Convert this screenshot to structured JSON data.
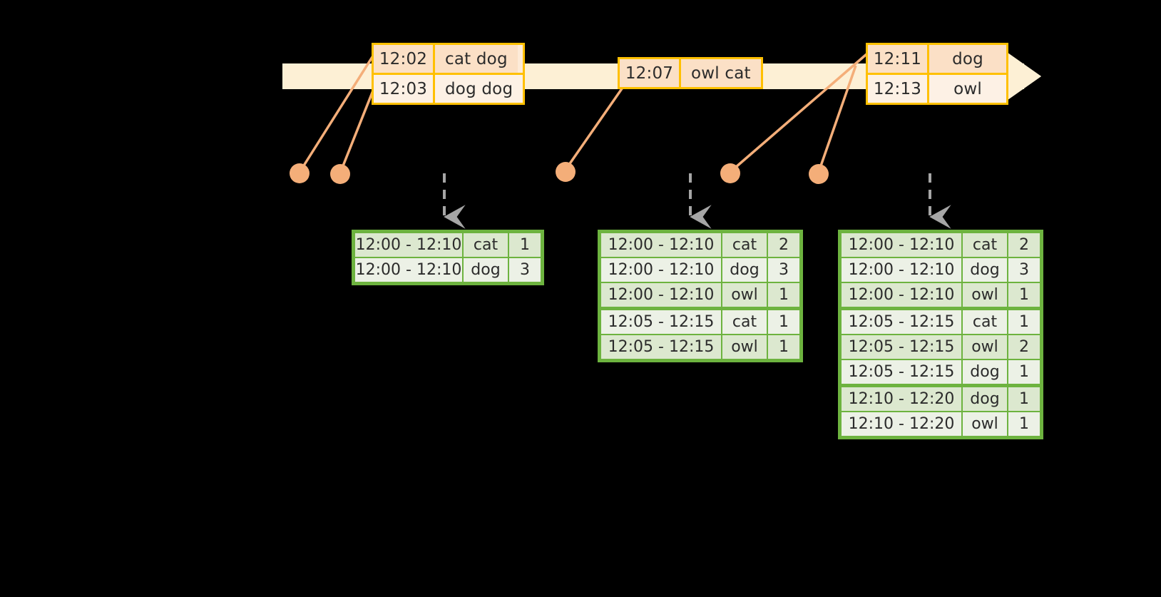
{
  "theme": {
    "background": "#000000",
    "timeline_fill": "#FDF0D5",
    "timeline_border": "#FFC000",
    "event_accent": "#FFC000",
    "event_fill_dark": "#FBE0C6",
    "event_fill_light": "#FDF1E5",
    "connector": "#F4AE79",
    "dot": "#F4AE79",
    "table_border": "#6DB33F",
    "table_fill_dark": "#DCE8CF",
    "table_fill_light": "#ECF1E6",
    "arrow_gray": "#A6A6A6",
    "text": "#2b2b2b"
  },
  "timeline": {
    "name": "event-stream-timeline",
    "direction": "left-to-right"
  },
  "events": [
    {
      "group": "event-group-1",
      "rows": [
        {
          "time": "12:02",
          "payload": "cat dog"
        },
        {
          "time": "12:03",
          "payload": "dog dog"
        }
      ]
    },
    {
      "group": "event-group-2",
      "rows": [
        {
          "time": "12:07",
          "payload": "owl cat"
        }
      ]
    },
    {
      "group": "event-group-3",
      "rows": [
        {
          "time": "12:11",
          "payload": "dog"
        },
        {
          "time": "12:13",
          "payload": "owl"
        }
      ]
    }
  ],
  "dots": [
    {
      "name": "event-dot-1202"
    },
    {
      "name": "event-dot-1203"
    },
    {
      "name": "event-dot-1207"
    },
    {
      "name": "event-dot-1211"
    },
    {
      "name": "event-dot-1213"
    }
  ],
  "tables": [
    {
      "name": "result-table-1",
      "rows": [
        {
          "window": "12:00 - 12:10",
          "key": "cat",
          "count": "1",
          "group_end": false
        },
        {
          "window": "12:00 - 12:10",
          "key": "dog",
          "count": "3",
          "group_end": false
        }
      ]
    },
    {
      "name": "result-table-2",
      "rows": [
        {
          "window": "12:00 - 12:10",
          "key": "cat",
          "count": "2",
          "group_end": false
        },
        {
          "window": "12:00 - 12:10",
          "key": "dog",
          "count": "3",
          "group_end": false
        },
        {
          "window": "12:00 - 12:10",
          "key": "owl",
          "count": "1",
          "group_end": true
        },
        {
          "window": "12:05 - 12:15",
          "key": "cat",
          "count": "1",
          "group_end": false
        },
        {
          "window": "12:05 - 12:15",
          "key": "owl",
          "count": "1",
          "group_end": false
        }
      ]
    },
    {
      "name": "result-table-3",
      "rows": [
        {
          "window": "12:00 - 12:10",
          "key": "cat",
          "count": "2",
          "group_end": false
        },
        {
          "window": "12:00 - 12:10",
          "key": "dog",
          "count": "3",
          "group_end": false
        },
        {
          "window": "12:00 - 12:10",
          "key": "owl",
          "count": "1",
          "group_end": true
        },
        {
          "window": "12:05 - 12:15",
          "key": "cat",
          "count": "1",
          "group_end": false
        },
        {
          "window": "12:05 - 12:15",
          "key": "owl",
          "count": "2",
          "group_end": false
        },
        {
          "window": "12:05 - 12:15",
          "key": "dog",
          "count": "1",
          "group_end": true
        },
        {
          "window": "12:10 - 12:20",
          "key": "dog",
          "count": "1",
          "group_end": false
        },
        {
          "window": "12:10 - 12:20",
          "key": "owl",
          "count": "1",
          "group_end": false
        }
      ]
    }
  ]
}
